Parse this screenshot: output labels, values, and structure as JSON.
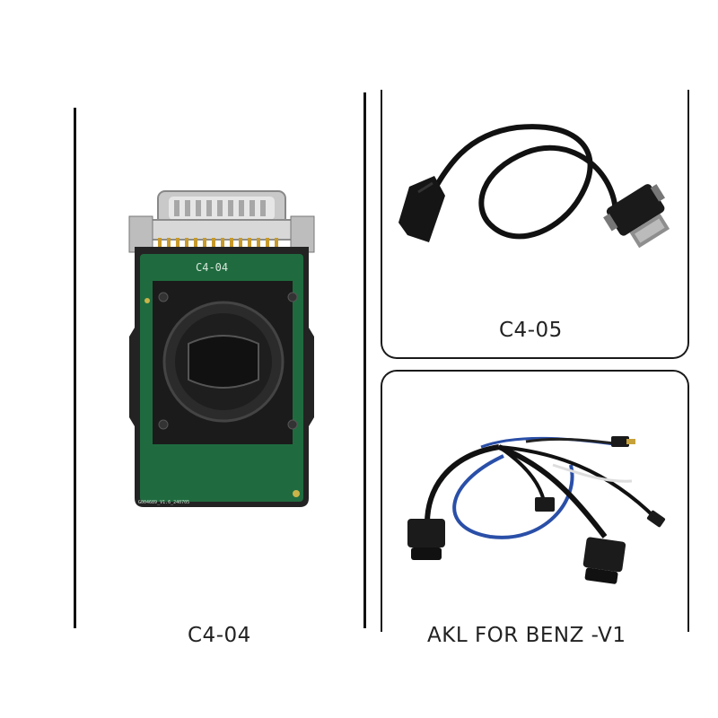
{
  "labels": {
    "left_product": "C4-04",
    "top_right_product": "C4-05",
    "bottom_right_product": "AKL FOR BENZ -V1",
    "pcb_silk": "C4-04",
    "pcb_small_print": "G004689_V1.6_240705"
  },
  "colors": {
    "background": "#ffffff",
    "pcb_green": "#1f6b3f",
    "housing": "#222222",
    "cable": "#111111",
    "blue_wire": "#2a4fa8"
  }
}
